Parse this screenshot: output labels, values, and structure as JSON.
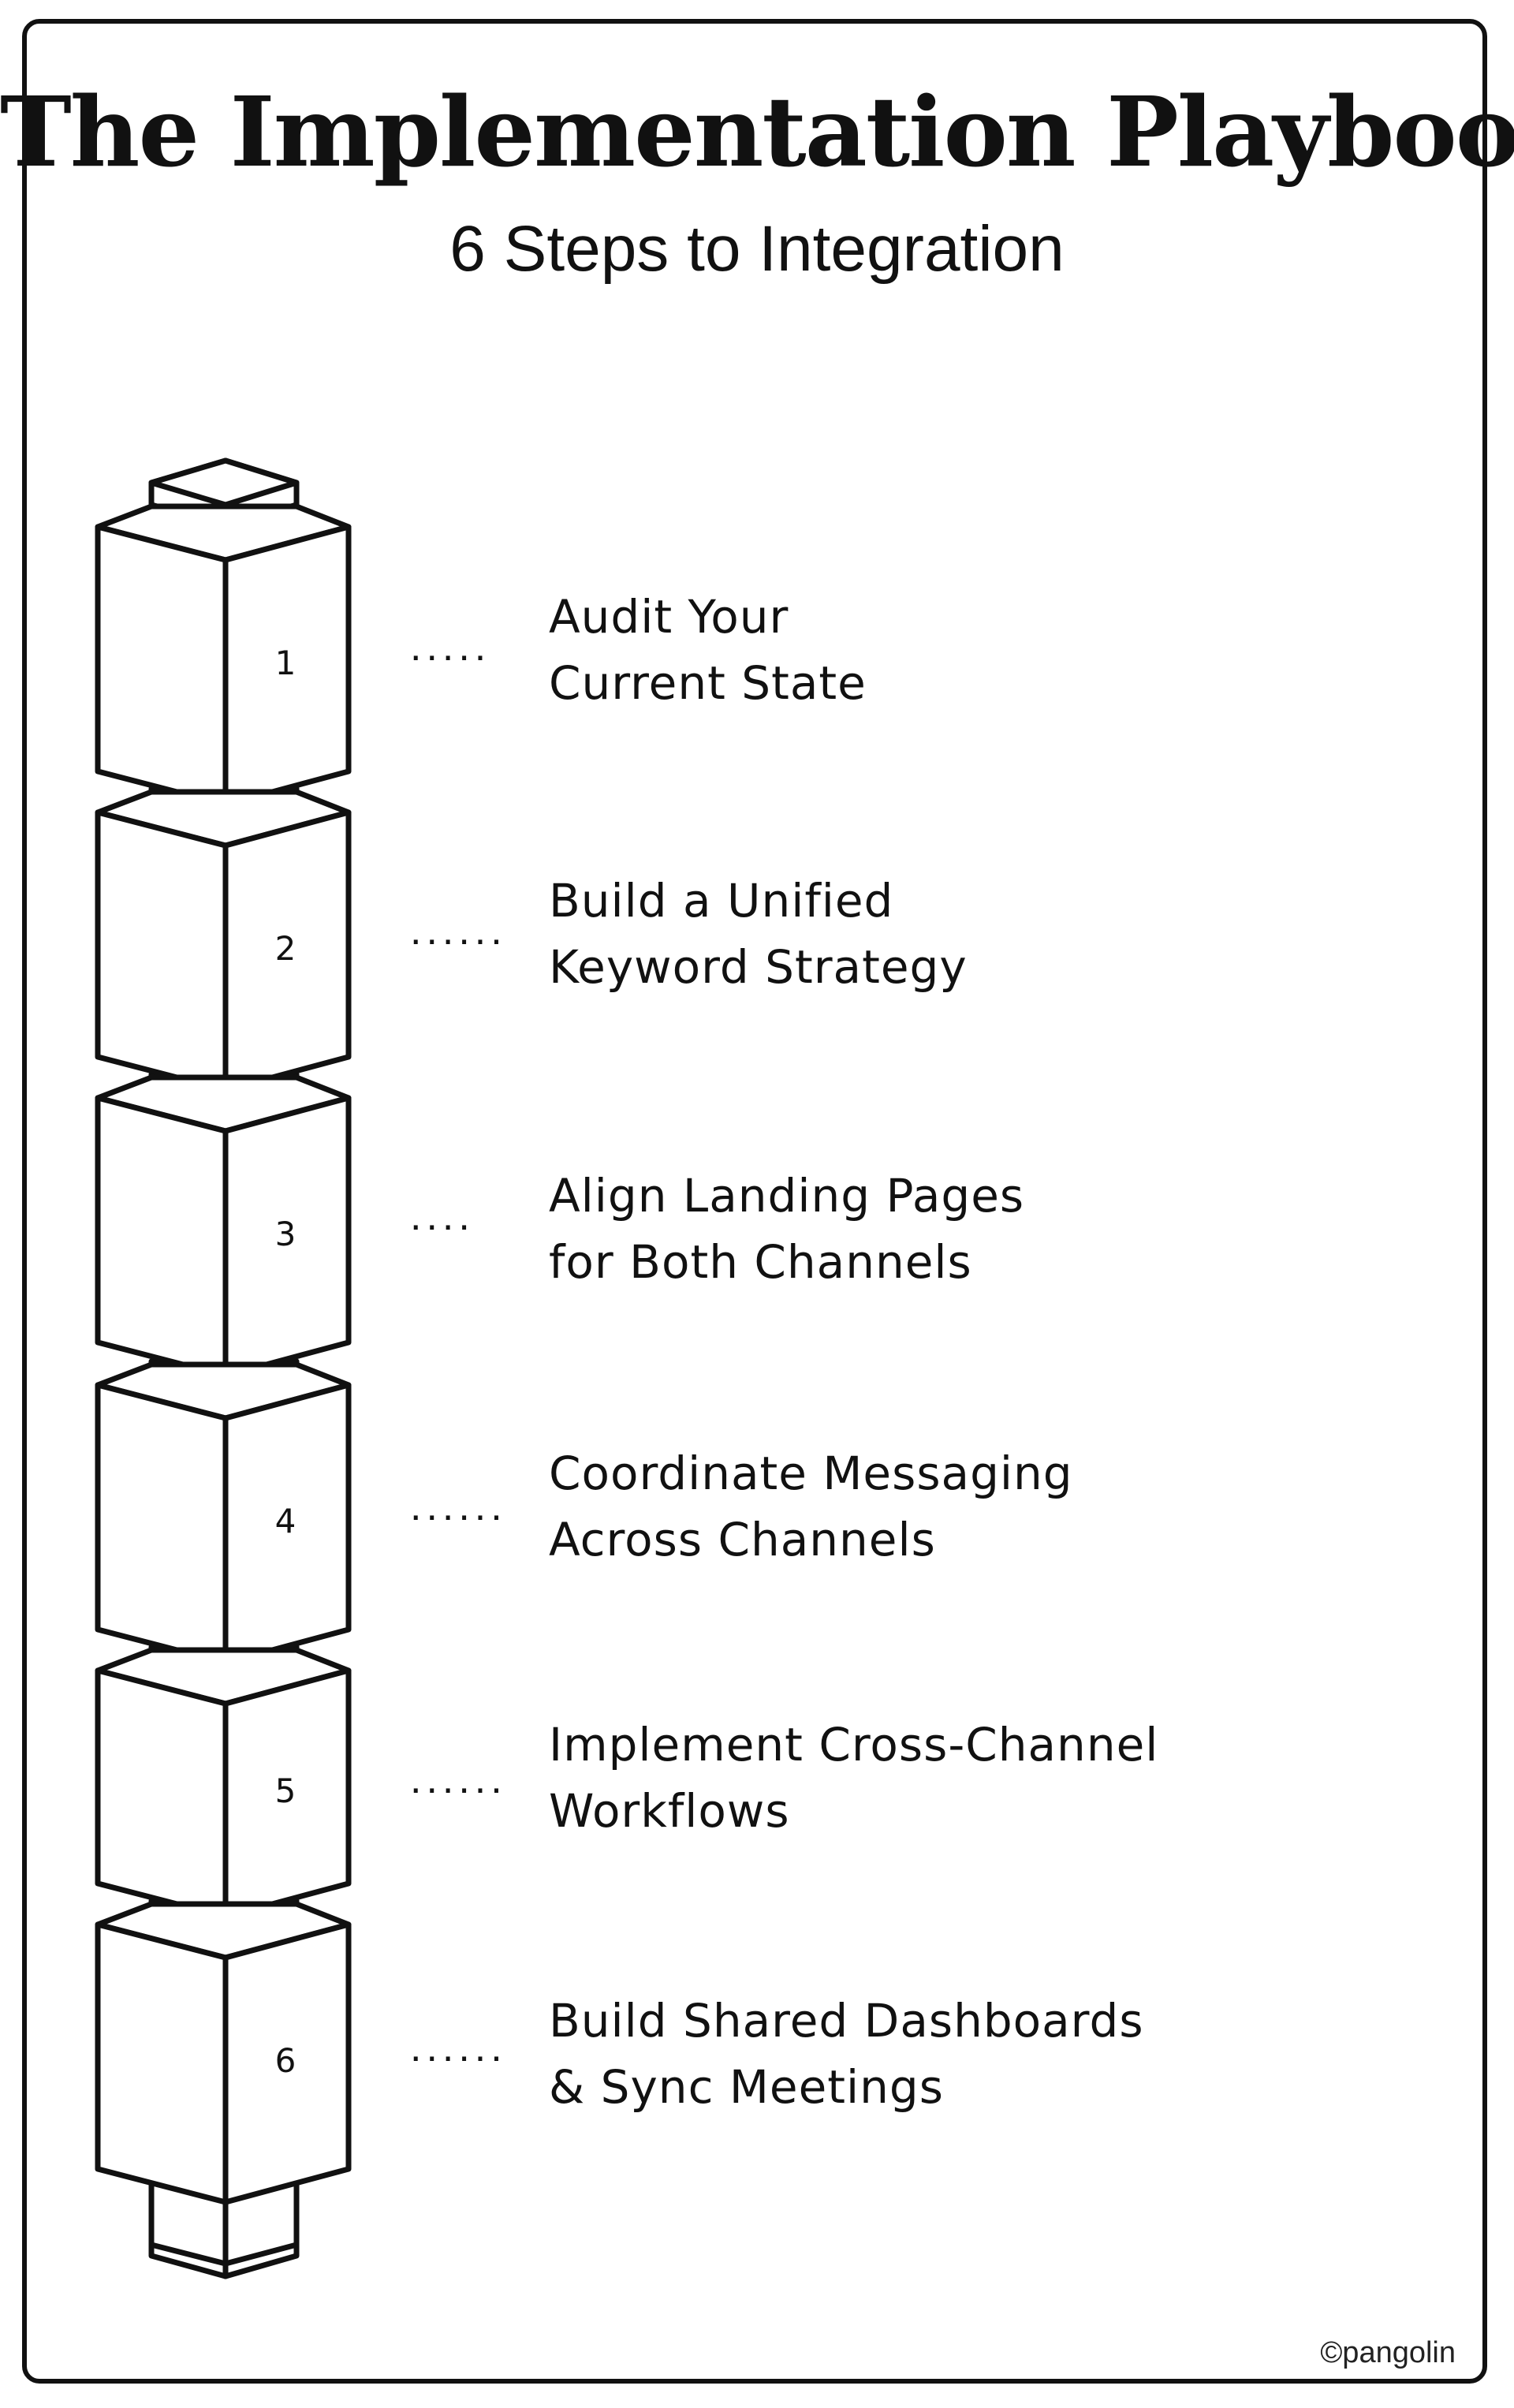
{
  "title": "The Implementation Playbook",
  "subtitle": "6 Steps to Integration",
  "steps": [
    {
      "number": "1",
      "leader": ".....",
      "label": "Audit Your\nCurrent State"
    },
    {
      "number": "2",
      "leader": "......",
      "label": "Build a Unified\nKeyword Strategy"
    },
    {
      "number": "3",
      "leader": "....",
      "label": "Align Landing Pages\nfor Both Channels"
    },
    {
      "number": "4",
      "leader": "......",
      "label": "Coordinate Messaging\nAcross Channels"
    },
    {
      "number": "5",
      "leader": "......",
      "label": "Implement Cross-Channel\nWorkflows"
    },
    {
      "number": "6",
      "leader": "......",
      "label": "Build Shared Dashboards\n& Sync Meetings"
    }
  ],
  "footer": "©pangolin"
}
